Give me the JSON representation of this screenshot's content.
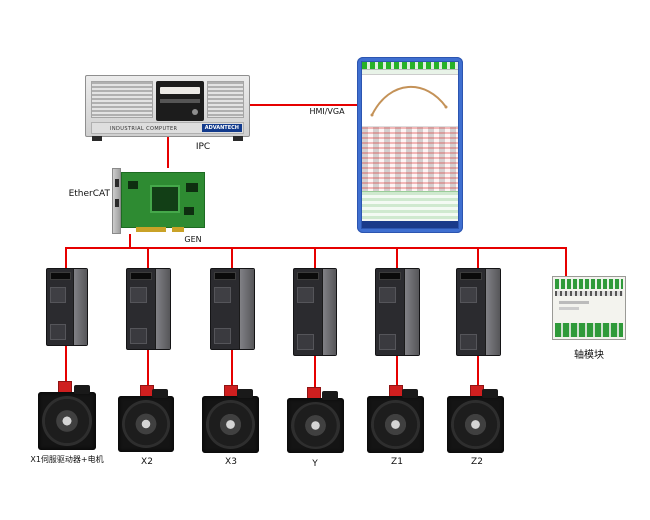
{
  "diagram": {
    "ipc": {
      "label": "IPC",
      "front_text": "INDUSTRIAL COMPUTER",
      "brand": "ADVANTECH"
    },
    "hmi": {
      "link_label": "HMI/VGA"
    },
    "ethercat": {
      "label": "EtherCAT",
      "card_caption": "GEN"
    },
    "axis_module": {
      "label": "轴模块"
    },
    "groups": [
      {
        "label": "X1伺服驱动器+电机"
      },
      {
        "label": "X2"
      },
      {
        "label": "X3"
      },
      {
        "label": "Y"
      },
      {
        "label": "Z1"
      },
      {
        "label": "Z2"
      }
    ],
    "colors": {
      "line": "#e60000",
      "pcb_green": "#2e8b32",
      "monitor_frame": "#3f6fd0",
      "connector_red": "#cf1f1f"
    }
  }
}
